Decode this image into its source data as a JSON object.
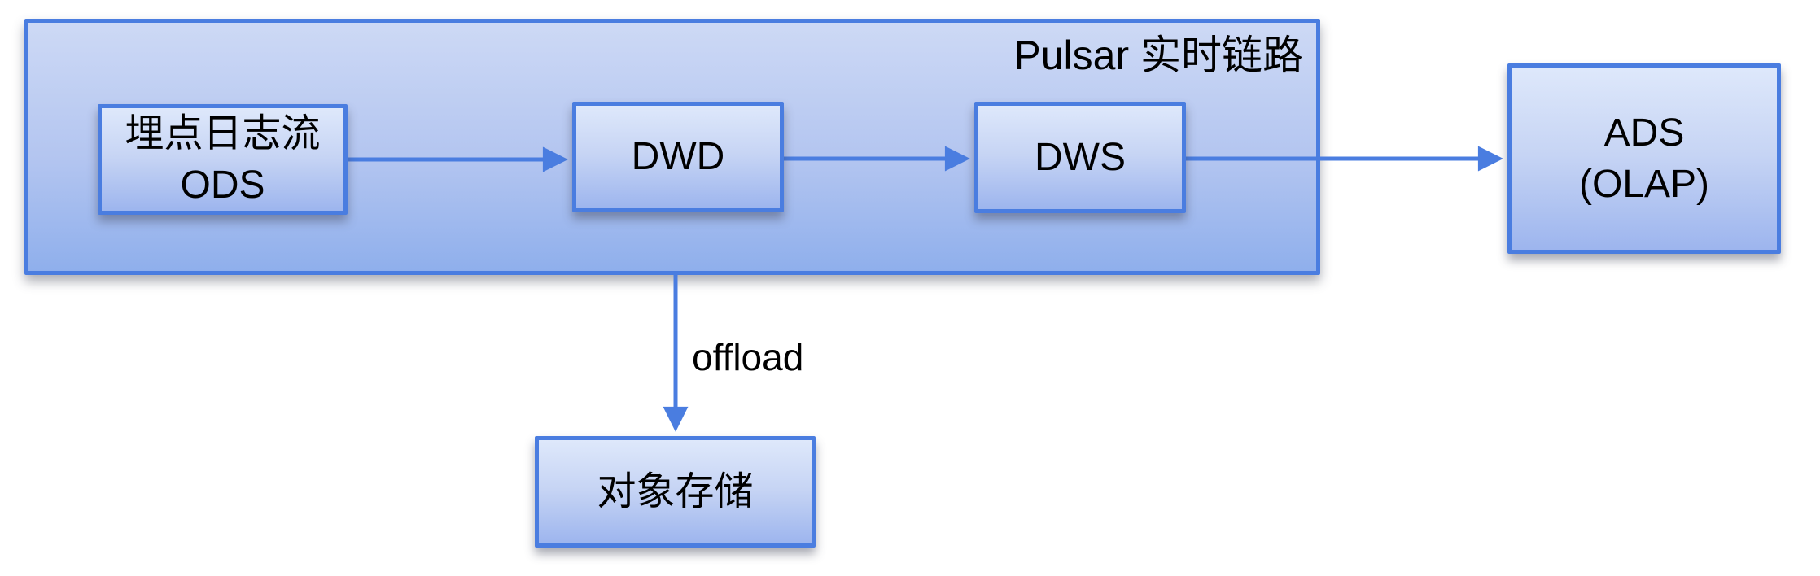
{
  "colors": {
    "accent": "#4a7de0",
    "container_gradient_top": "#cdd9f5",
    "container_gradient_bottom": "#8fafec",
    "node_gradient_top": "#dee8fb",
    "node_gradient_bottom": "#9db5ee",
    "text": "#000000",
    "background": "#ffffff"
  },
  "diagram": {
    "group": {
      "title": "Pulsar 实时链路"
    },
    "nodes": {
      "ods": {
        "lines": [
          "埋点日志流",
          "ODS"
        ]
      },
      "dwd": {
        "label": "DWD"
      },
      "dws": {
        "label": "DWS"
      },
      "ads": {
        "lines": [
          "ADS",
          "(OLAP)"
        ]
      },
      "storage": {
        "label": "对象存储"
      }
    },
    "edges": {
      "ods_to_dwd": {
        "from": "ods",
        "to": "dwd",
        "label": ""
      },
      "dwd_to_dws": {
        "from": "dwd",
        "to": "dws",
        "label": ""
      },
      "dws_to_ads": {
        "from": "dws",
        "to": "ads",
        "label": ""
      },
      "offload_to_storage": {
        "from": "pulsar-group",
        "to": "storage",
        "label": "offload"
      }
    }
  }
}
